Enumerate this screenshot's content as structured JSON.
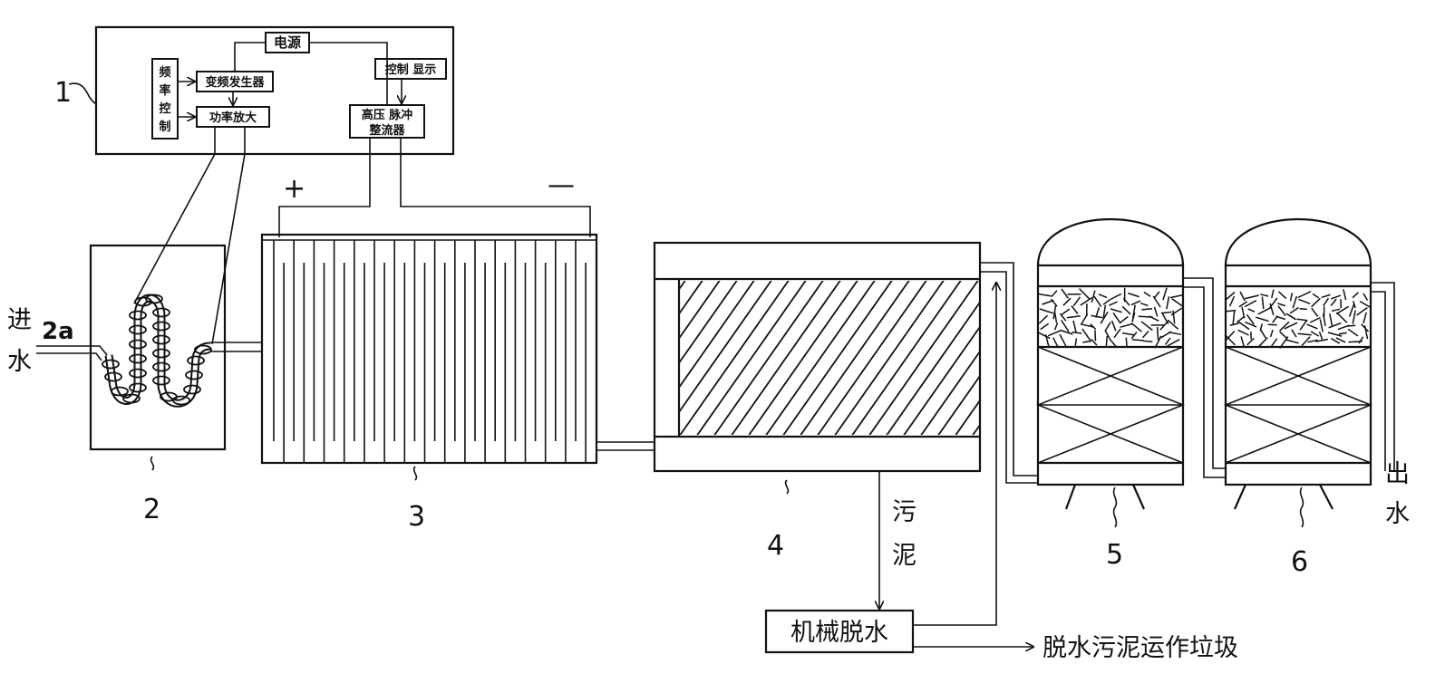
{
  "control_box": {
    "number": "1",
    "power_supply": "电源",
    "freq_control": [
      "频",
      "率",
      "控",
      "制"
    ],
    "vf_generator": "变频发生器",
    "power_amp": "功率放大",
    "control_display": "控制 显示",
    "rectifier_line1": "高压 脉冲",
    "rectifier_line2": "整流器"
  },
  "inlet": {
    "label_top": "进",
    "label_bottom": "水",
    "coil_label": "2a"
  },
  "outlet": {
    "label_top": "出",
    "label_bottom": "水"
  },
  "electrodes": {
    "plus": "+",
    "minus": "—"
  },
  "sludge": {
    "label_top": "污",
    "label_bottom": "泥"
  },
  "dewatering": "机械脱水",
  "disposal": "脱水污泥运作垃圾",
  "unit_numbers": {
    "u2": "2",
    "u3": "3",
    "u4": "4",
    "u5": "5",
    "u6": "6"
  }
}
